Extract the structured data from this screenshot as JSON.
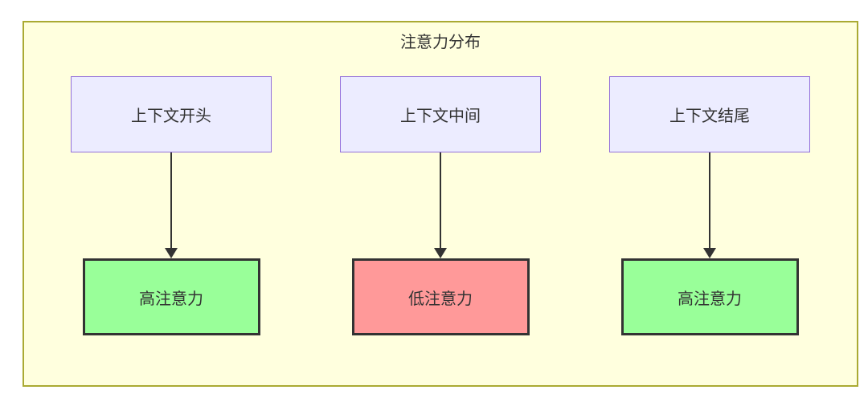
{
  "diagram": {
    "type": "flowchart",
    "title": "注意力分布",
    "colors": {
      "cluster_fill": "#ffffde",
      "cluster_border": "#aaaa33",
      "node_fill": "#ececff",
      "node_border": "#9370db",
      "high_fill": "#99ff99",
      "low_fill": "#ff9999",
      "emphasis_border": "#333333",
      "arrow_color": "#333333",
      "text_color": "#333333"
    },
    "columns": [
      {
        "top": {
          "label": "上下文开头"
        },
        "arrow": {
          "direction": "down"
        },
        "bottom": {
          "label": "高注意力",
          "level": "high"
        }
      },
      {
        "top": {
          "label": "上下文中间"
        },
        "arrow": {
          "direction": "down"
        },
        "bottom": {
          "label": "低注意力",
          "level": "low"
        }
      },
      {
        "top": {
          "label": "上下文结尾"
        },
        "arrow": {
          "direction": "down"
        },
        "bottom": {
          "label": "高注意力",
          "level": "high"
        }
      }
    ]
  }
}
